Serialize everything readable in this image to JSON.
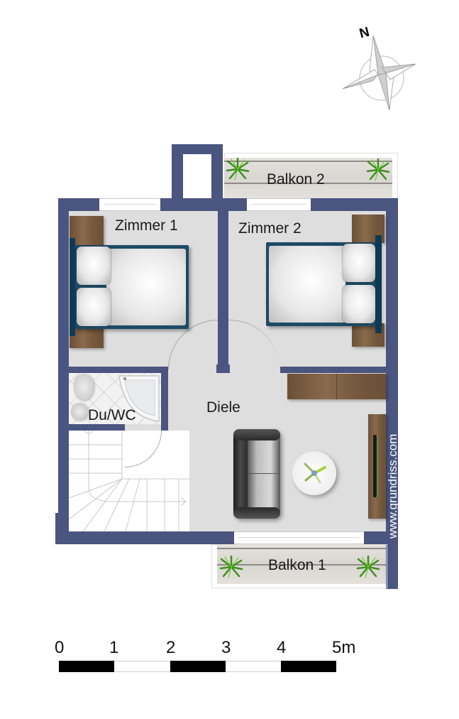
{
  "compass": {
    "north_label": "N",
    "icon": "compass-rose-icon"
  },
  "rooms": {
    "zimmer1": {
      "label": "Zimmer 1"
    },
    "zimmer2": {
      "label": "Zimmer 2"
    },
    "bath": {
      "label": "Du/WC"
    },
    "hall": {
      "label": "Diele"
    },
    "balcony1": {
      "label": "Balkon 1"
    },
    "balcony2": {
      "label": "Balkon 2"
    }
  },
  "watermark": {
    "text": "www.grundriss.com"
  },
  "scale_bar": {
    "unit": "m",
    "ticks": [
      "0",
      "1",
      "2",
      "3",
      "4",
      "5m"
    ],
    "segments": [
      "black",
      "white",
      "black",
      "white",
      "black"
    ]
  },
  "colors": {
    "wall": "#4a5580",
    "floor": "#dedede",
    "wood": "#7a5c40",
    "bed_frame": "#1d4a66"
  }
}
